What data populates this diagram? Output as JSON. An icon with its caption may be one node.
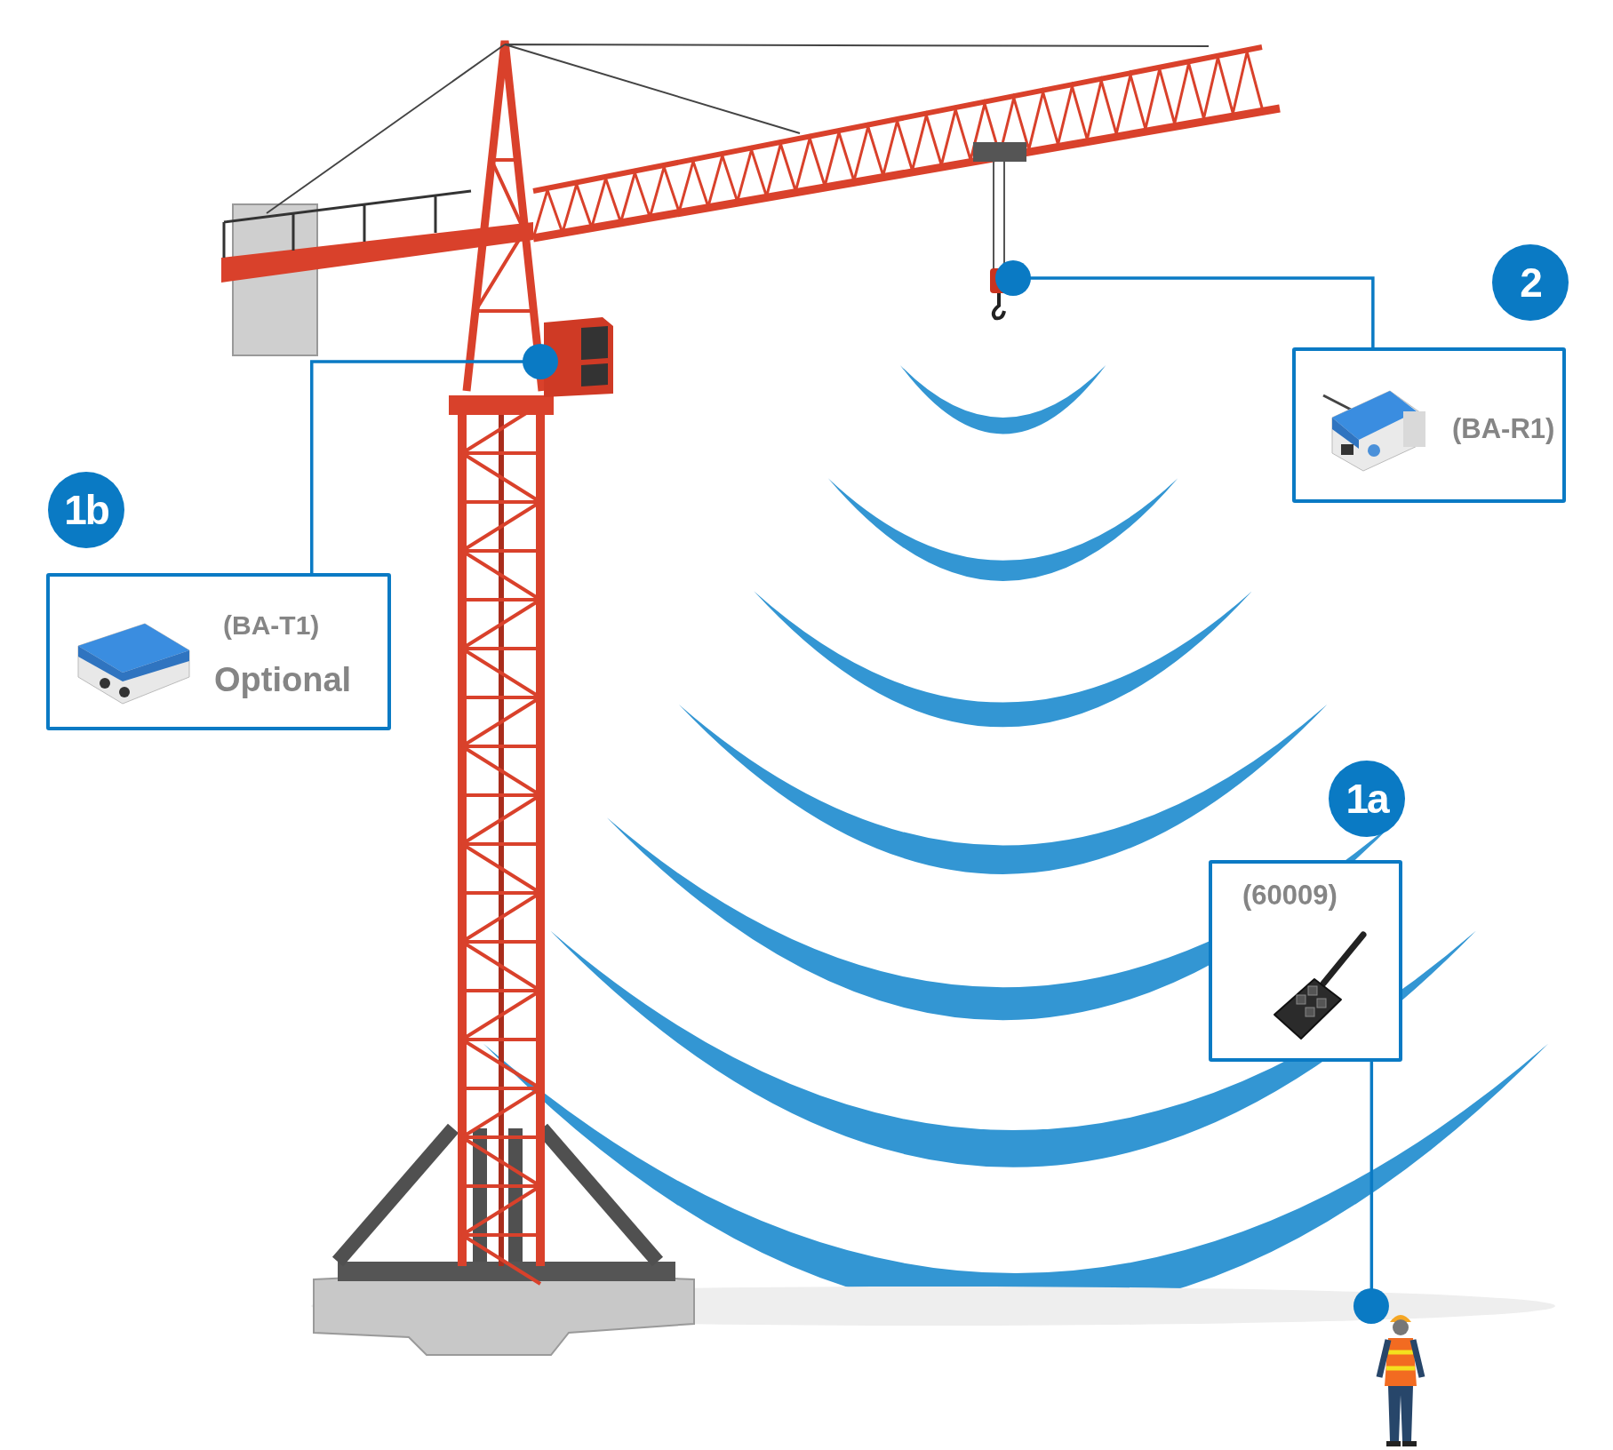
{
  "diagram": {
    "nodes": [
      {
        "text": [
          "1b",
          "(BA-T1)",
          "Optional"
        ]
      },
      {
        "text": [],
        "shape": "picture"
      },
      {
        "text": [
          "2",
          "(BA-R1)"
        ]
      },
      {
        "text": [],
        "shape": "picture"
      },
      {
        "text": [
          "1a",
          "(60009)"
        ]
      },
      {
        "text": [],
        "shape": "person"
      }
    ],
    "edges": [
      {
        "from": 0,
        "to": 1,
        "arrow": "other"
      },
      {
        "from": 2,
        "to": 3,
        "arrow": "other"
      },
      {
        "from": 4,
        "to": 5,
        "arrow": "other"
      }
    ]
  }
}
